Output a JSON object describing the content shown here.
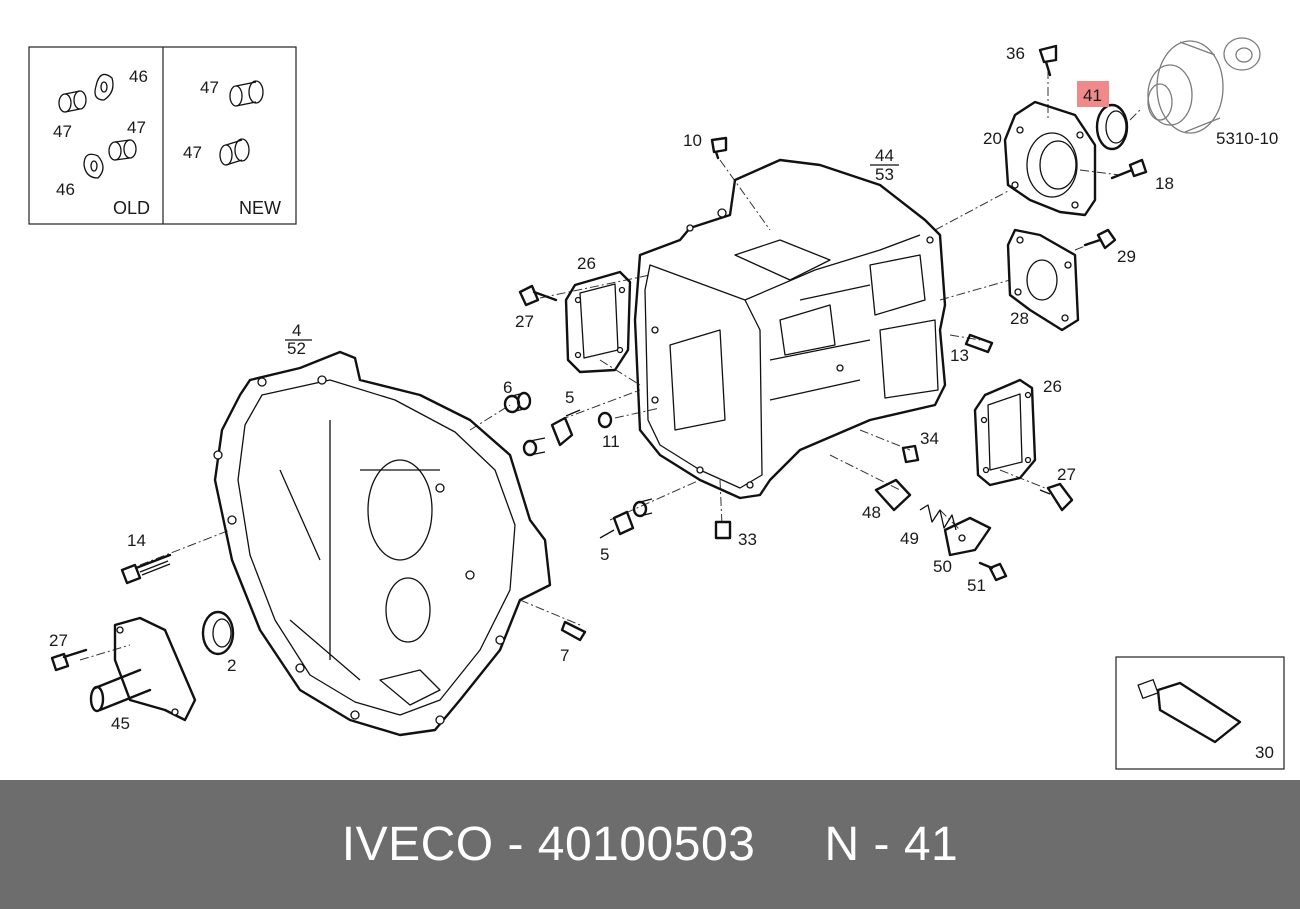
{
  "callouts": {
    "c2": "2",
    "c4": "4",
    "c52": "52",
    "c5a": "5",
    "c5b": "5",
    "c6": "6",
    "c7": "7",
    "c10": "10",
    "c11": "11",
    "c13": "13",
    "c14": "14",
    "c18": "18",
    "c20": "20",
    "c26a": "26",
    "c26b": "26",
    "c27a": "27",
    "c27b": "27",
    "c27c": "27",
    "c28": "28",
    "c29": "29",
    "c30": "30",
    "c33": "33",
    "c34": "34",
    "c36": "36",
    "c41": "41",
    "c44": "44",
    "c53": "53",
    "c45": "45",
    "c48": "48",
    "c49": "49",
    "c50": "50",
    "c51": "51",
    "c5310": "5310-10"
  },
  "inset": {
    "old_label": "OLD",
    "new_label": "NEW",
    "old_callouts": [
      "46",
      "47",
      "47",
      "46"
    ],
    "new_callouts": [
      "47",
      "47"
    ]
  },
  "highlight": {
    "callout": "41",
    "color": "#f08a8a"
  },
  "footer": {
    "text": "IVECO - 40100503     N - 41",
    "background": "#6d6d6d",
    "color": "#ffffff"
  }
}
